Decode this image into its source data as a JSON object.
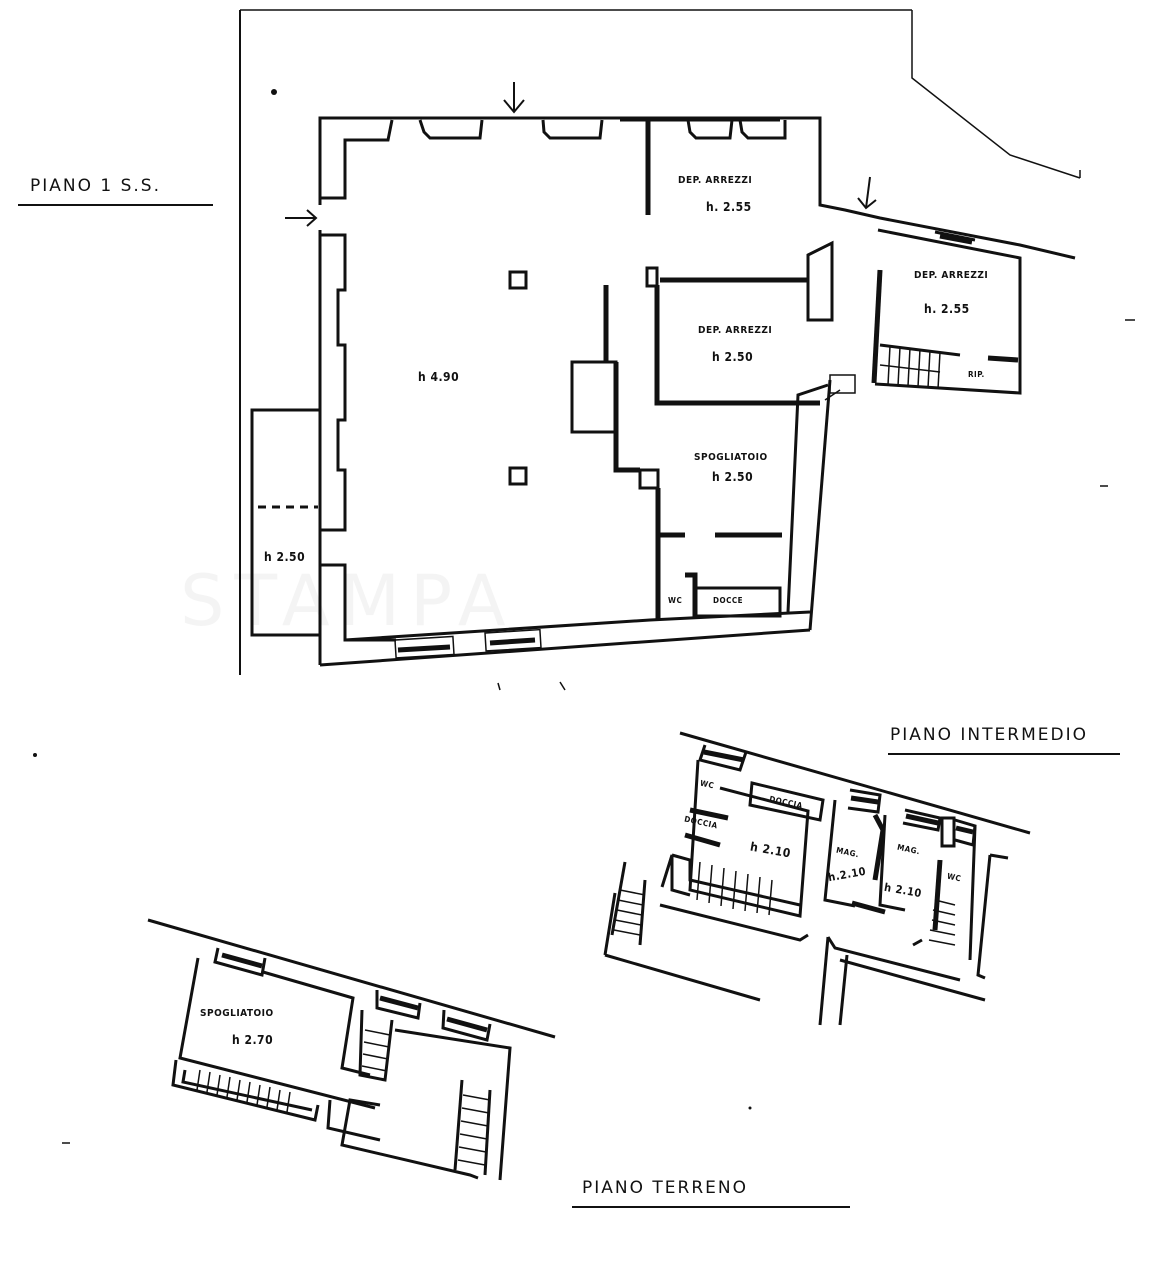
{
  "drawing": {
    "type": "architectural floor plan",
    "colors": {
      "ink": "#111111",
      "paper": "#ffffff"
    }
  },
  "floors": [
    {
      "id": "piano-1-ss",
      "title": "PIANO 1 S.S.",
      "rooms": [
        {
          "name": "",
          "height": "h 4.90"
        },
        {
          "name": "DEP. ARREZZI",
          "height": "h. 2.55"
        },
        {
          "name": "DEP. ARREZZI",
          "height": "h 2.50"
        },
        {
          "name": "DEP. ARREZZI",
          "height": "h. 2.55"
        },
        {
          "name": "SPOGLIATOIO",
          "height": "h 2.50"
        },
        {
          "name": "",
          "height": "h 2.50"
        }
      ],
      "small_labels": [
        "RIP.",
        "WC",
        "DOCCE"
      ],
      "annotations": [
        "entry-arrow-top",
        "entry-arrow-left",
        "entry-arrow-right"
      ]
    },
    {
      "id": "piano-intermedio",
      "title": "PIANO INTERMEDIO",
      "rooms": [
        {
          "name": "",
          "height": "h 2.10"
        },
        {
          "name": "MAG.",
          "height": "h.2.10"
        },
        {
          "name": "MAG.",
          "height": "h 2.10"
        }
      ],
      "small_labels": [
        "WC",
        "DOCCIA",
        "DOCCIA",
        "WC"
      ]
    },
    {
      "id": "piano-terreno",
      "title": "PIANO TERRENO",
      "rooms": [
        {
          "name": "SPOGLIATOIO",
          "height": "h 2.70"
        }
      ]
    }
  ]
}
